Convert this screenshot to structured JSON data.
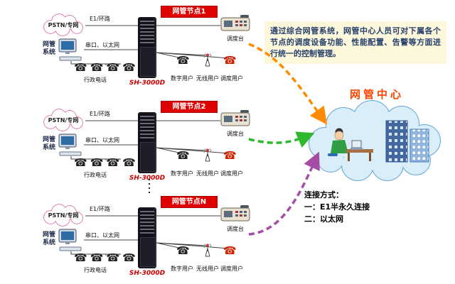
{
  "nodes": [
    {
      "title": "网管节点1",
      "cloud": "PSTN/专网",
      "e1_label": "E1/环路",
      "serial_label": "串口、以太网",
      "nms_label": "网管系统",
      "server_label": "SH-3000D",
      "phones_label": "行政电话",
      "console_label": "调度台",
      "user_labels": [
        "数字用户",
        "无线用户",
        "调度用户"
      ]
    },
    {
      "title": "网管节点2",
      "cloud": "PSTN/专网",
      "e1_label": "E1/环路",
      "serial_label": "串口、以太网",
      "nms_label": "网管系统",
      "server_label": "SH-3000D",
      "phones_label": "行政电话",
      "console_label": "调度台",
      "user_labels": [
        "数字用户",
        "无线用户",
        "调度用户"
      ]
    },
    {
      "title": "网管节点N",
      "cloud": "PSTN/专网",
      "e1_label": "E1/环路",
      "serial_label": "串口、以太网",
      "nms_label": "网管系统",
      "server_label": "SH-3000D",
      "phones_label": "行政电话",
      "console_label": "调度台",
      "user_labels": [
        "数字用户",
        "无线用户",
        "调度用户"
      ]
    }
  ],
  "description": "通过综合网管系统，网管中心人员可对下属各个节点的调度设备功能、性能配置、告警等方面进行统一的控制管理。",
  "center": {
    "title": "网管中心"
  },
  "legend": {
    "heading": "连接方式：",
    "item1": "一：E1半永久连接",
    "item2": "二：以太网"
  },
  "icons": {
    "phone": "☎"
  },
  "colors": {
    "node_title_bg": "#e00000",
    "server_label": "#cc0000",
    "center_title": "#ff4500",
    "arrow_node1": "#ff8c00",
    "arrow_node2": "#2eb82e",
    "arrow_nodeN": "#a64ca6",
    "pstn_cloud_stroke": "#d6569b",
    "center_cloud_fill": "#daeef9",
    "center_cloud_stroke": "#64a8d8",
    "info_bg": "#fdf8dc"
  }
}
